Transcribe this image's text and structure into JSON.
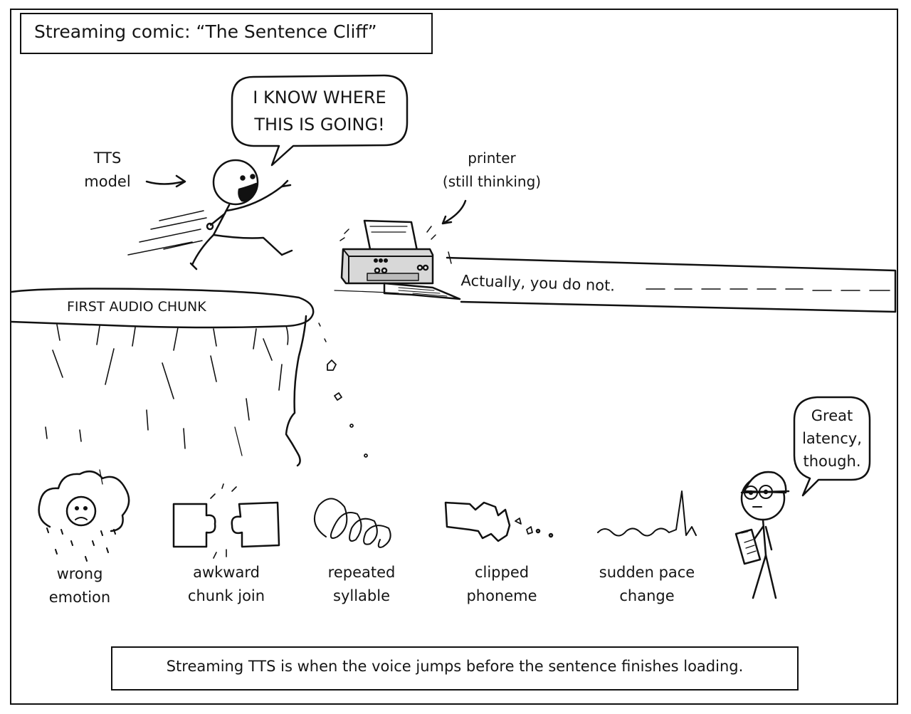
{
  "title": "Streaming comic: “The Sentence Cliff”",
  "speech_tts": [
    "I KNOW WHERE",
    "THIS IS GOING!"
  ],
  "tts_label": [
    "TTS",
    "model"
  ],
  "printer_label": [
    "printer",
    "(still thinking)"
  ],
  "paper_text": "Actually, you do not.",
  "cliff_label": "FIRST AUDIO CHUNK",
  "engineer_speech": [
    "Great",
    "latency,",
    "though."
  ],
  "artifacts": [
    {
      "icon": "storm-cloud-sad-face-icon",
      "label": [
        "wrong",
        "emotion"
      ]
    },
    {
      "icon": "mismatched-puzzle-pieces-icon",
      "label": [
        "awkward",
        "chunk join"
      ]
    },
    {
      "icon": "spiral-loops-icon",
      "label": [
        "repeated",
        "syllable"
      ]
    },
    {
      "icon": "broken-chunk-icon",
      "label": [
        "clipped",
        "phoneme"
      ]
    },
    {
      "icon": "waveform-spike-icon",
      "label": [
        "sudden pace",
        "change"
      ]
    }
  ],
  "caption": "Streaming TTS is when the voice jumps before the sentence finishes loading."
}
